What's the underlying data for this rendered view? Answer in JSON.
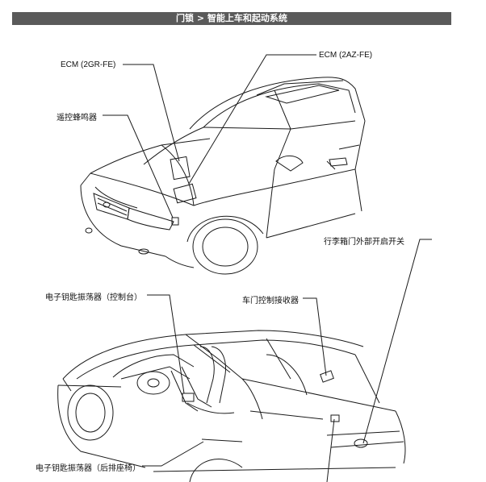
{
  "header": {
    "breadcrumb": "门锁 > 智能上车和起动系统"
  },
  "callouts": {
    "ecm_2grfe": "ECM (2GR-FE)",
    "ecm_2azfe": "ECM (2AZ-FE)",
    "remote_buzzer": "遥控蜂鸣器",
    "trunk_switch": "行李箱门外部开启开关",
    "key_osc_console": "电子钥匙振荡器（控制台）",
    "door_receiver": "车门控制接收器",
    "key_osc_rear": "电子钥匙振荡器（后排座椅）"
  }
}
